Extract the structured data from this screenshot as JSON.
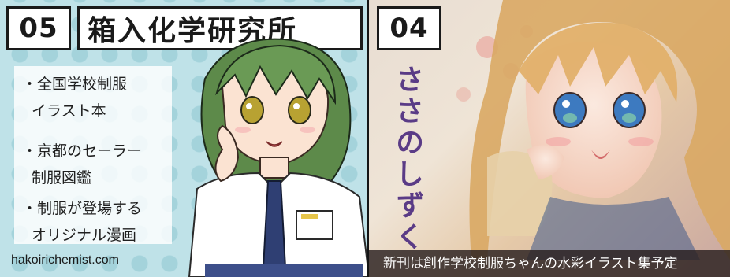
{
  "left_panel": {
    "number": "05",
    "title": "箱入化学研究所",
    "bullets": [
      "・全国学校制服",
      "イラスト本",
      "・京都のセーラー",
      "制服図鑑",
      "・制服が登場する",
      "オリジナル漫画"
    ],
    "url": "hakoirichemist.com",
    "colors": {
      "background": "#bfe2e8",
      "accent_hair": "#5d8a4a"
    }
  },
  "right_panel": {
    "number": "04",
    "vertical_title": "ささのしずく",
    "bottom_text": "新刊は創作学校制服ちゃんの水彩イラスト集予定",
    "colors": {
      "title": "#5a3b86"
    }
  }
}
